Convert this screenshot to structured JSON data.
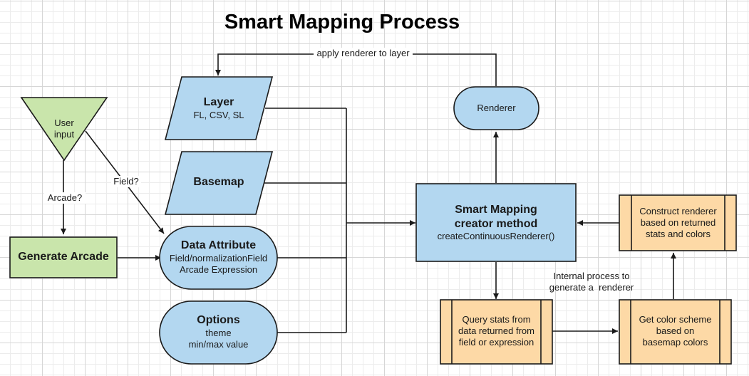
{
  "title": "Smart Mapping Process",
  "colors": {
    "input_fill": "#c9e5ab",
    "blue_fill": "#b3d7f0",
    "process_fill": "#fdd9a6",
    "stroke": "#1a1a1a"
  },
  "nodes": {
    "user_input": {
      "shape": "triangle",
      "text": "User\ninput"
    },
    "generate_arcade": {
      "shape": "rectangle",
      "text": "Generate Arcade"
    },
    "layer": {
      "shape": "parallelogram",
      "title": "Layer",
      "subtitle": "FL, CSV, SL"
    },
    "basemap": {
      "shape": "parallelogram",
      "title": "Basemap"
    },
    "data_attribute": {
      "shape": "rounded",
      "title": "Data Attribute",
      "line1": "Field/normalizationField",
      "line2": "Arcade Expression"
    },
    "options": {
      "shape": "rounded",
      "title": "Options",
      "line1": "theme",
      "line2": "min/max value"
    },
    "renderer": {
      "shape": "rounded",
      "text": "Renderer"
    },
    "creator_method": {
      "shape": "rectangle",
      "title_line1": "Smart Mapping",
      "title_line2": "creator method",
      "subtitle": "createContinuousRenderer()"
    },
    "construct_renderer": {
      "shape": "predefined-process",
      "line1": "Construct renderer",
      "line2": "based on returned",
      "line3": "stats and colors"
    },
    "query_stats": {
      "shape": "predefined-process",
      "line1": "Query stats from",
      "line2": "data returned from",
      "line3": "field or expression"
    },
    "color_scheme": {
      "shape": "predefined-process",
      "line1": "Get color scheme",
      "line2": "based on",
      "line3": "basemap colors"
    }
  },
  "edges": {
    "arcade_label": "Arcade?",
    "field_label": "Field?",
    "apply_label": "apply renderer to layer"
  },
  "annotation": {
    "line1": "Internal process to",
    "line2": "generate a  renderer"
  }
}
